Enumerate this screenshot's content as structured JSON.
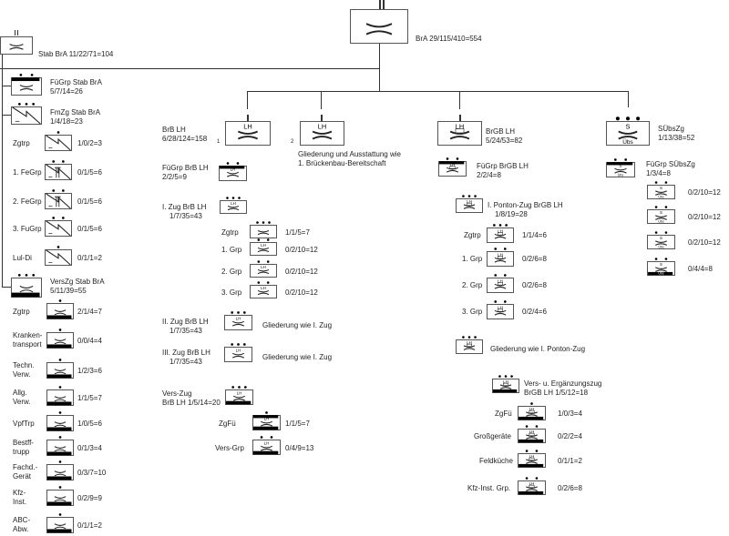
{
  "top": {
    "label": "BrA 29/115/410=554"
  },
  "stab": {
    "label": "Stab BrA 11/22/71=104"
  },
  "fuegrp_stab": {
    "name": "FüGrp Stab BrA",
    "strength": "5/7/14=26"
  },
  "fmzg_stab": {
    "name": "FmZg Stab BrA",
    "strength": "1/4/18=23",
    "items": [
      {
        "name": "Zgtrp",
        "value": "1/0/2=3"
      },
      {
        "name": "1. FeGrp",
        "value": "0/1/5=6"
      },
      {
        "name": "2. FeGrp",
        "value": "0/1/5=6"
      },
      {
        "name": "3. FuGrp",
        "value": "0/1/5=6"
      },
      {
        "name": "Lul-Di",
        "value": "0/1/1=2"
      }
    ]
  },
  "verszg_stab": {
    "name": "VersZg Stab BrA",
    "strength": "5/11/39=55",
    "items": [
      {
        "name": "Zgtrp",
        "value": "2/1/4=7"
      },
      {
        "name": "Kranken-\ntransport",
        "value": "0/0/4=4"
      },
      {
        "name": "Techn.\nVerw.",
        "value": "1/2/3=6",
        "sub": "Techn. Verw."
      },
      {
        "name": "Allg.\nVerw.",
        "value": "1/1/5=7",
        "sub": "Allg. Verw."
      },
      {
        "name": "VpfTrp",
        "value": "1/0/5=6",
        "sub": "G"
      },
      {
        "name": "Bestff-\ntrupp",
        "value": "0/1/3=4"
      },
      {
        "name": "Fachd.-\nGerät",
        "value": "0/3/7=10"
      },
      {
        "name": "Kfz-\nInst.",
        "value": "0/2/9=9"
      },
      {
        "name": "ABC-\nAbw.",
        "value": "0/1/1=2"
      }
    ]
  },
  "brb": {
    "name": "BrB LH",
    "strength": "6/28/124=158",
    "num": "1",
    "sym": "LH",
    "fuegrp": {
      "name": "FüGrp BrB LH",
      "strength": "2/2/5=9"
    },
    "zug1": {
      "name": "I. Zug BrB LH",
      "strength": "1/7/35=43",
      "items": [
        {
          "name": "Zgtrp",
          "value": "1/1/5=7"
        },
        {
          "name": "1. Grp",
          "value": "0/2/10=12"
        },
        {
          "name": "2. Grp",
          "value": "0/2/10=12"
        },
        {
          "name": "3. Grp",
          "value": "0/2/10=12"
        }
      ]
    },
    "zug2": {
      "name": "II. Zug BrB LH",
      "strength": "1/7/35=43",
      "note": "Gliederung wie I. Zug"
    },
    "zug3": {
      "name": "III. Zug BrB LH",
      "strength": "1/7/35=43",
      "note": "Gliederung wie I. Zug"
    },
    "verszug": {
      "name": "Vers-Zug",
      "strength": "BrB LH 1/5/14=20",
      "items": [
        {
          "name": "ZgFü",
          "value": "1/1/5=7"
        },
        {
          "name": "Vers-Grp",
          "value": "0/4/9=13"
        }
      ]
    }
  },
  "brb2": {
    "num": "2",
    "sym": "LH",
    "note1": "Gliederung und Ausstattung wie",
    "note2": "1. Brückenbau-Bereitschaft"
  },
  "brgb": {
    "name": "BrGB LH",
    "strength": "5/24/53=82",
    "sym": "LH",
    "fuegrp": {
      "name": "FüGrp BrGB LH",
      "strength": "2/2/4=8"
    },
    "zug1": {
      "name": "I. Ponton-Zug BrGB LH",
      "strength": "1/8/19=28",
      "items": [
        {
          "name": "Zgtrp",
          "value": "1/1/4=6"
        },
        {
          "name": "1. Grp",
          "value": "0/2/6=8"
        },
        {
          "name": "2. Grp",
          "value": "0/2/6=8"
        },
        {
          "name": "3. Grp",
          "value": "0/2/4=6"
        }
      ]
    },
    "zug2": {
      "note": "Gliederung wie I. Ponton-Zug"
    },
    "vers": {
      "name": "Vers- u. Ergänzungszug",
      "strength": "BrGB LH 1/5/12=18",
      "items": [
        {
          "name": "ZgFü",
          "value": "1/0/3=4"
        },
        {
          "name": "Großgeräte",
          "value": "0/2/2=4"
        },
        {
          "name": "Feldküche",
          "value": "0/1/1=2"
        },
        {
          "name": "Kfz-Inst. Grp.",
          "value": "0/2/6=8"
        }
      ]
    }
  },
  "subs": {
    "name": "SÜbsZg",
    "strength": "1/13/38=52",
    "sym_top": "S",
    "sym_bottom": "Übs",
    "fuegrp": {
      "name": "FüGrp SÜbsZg",
      "strength": "1/3/4=8"
    },
    "items": [
      {
        "value": "0/2/10=12"
      },
      {
        "value": "0/2/10=12"
      },
      {
        "value": "0/2/10=12"
      },
      {
        "value": "0/4/4=8"
      }
    ]
  }
}
